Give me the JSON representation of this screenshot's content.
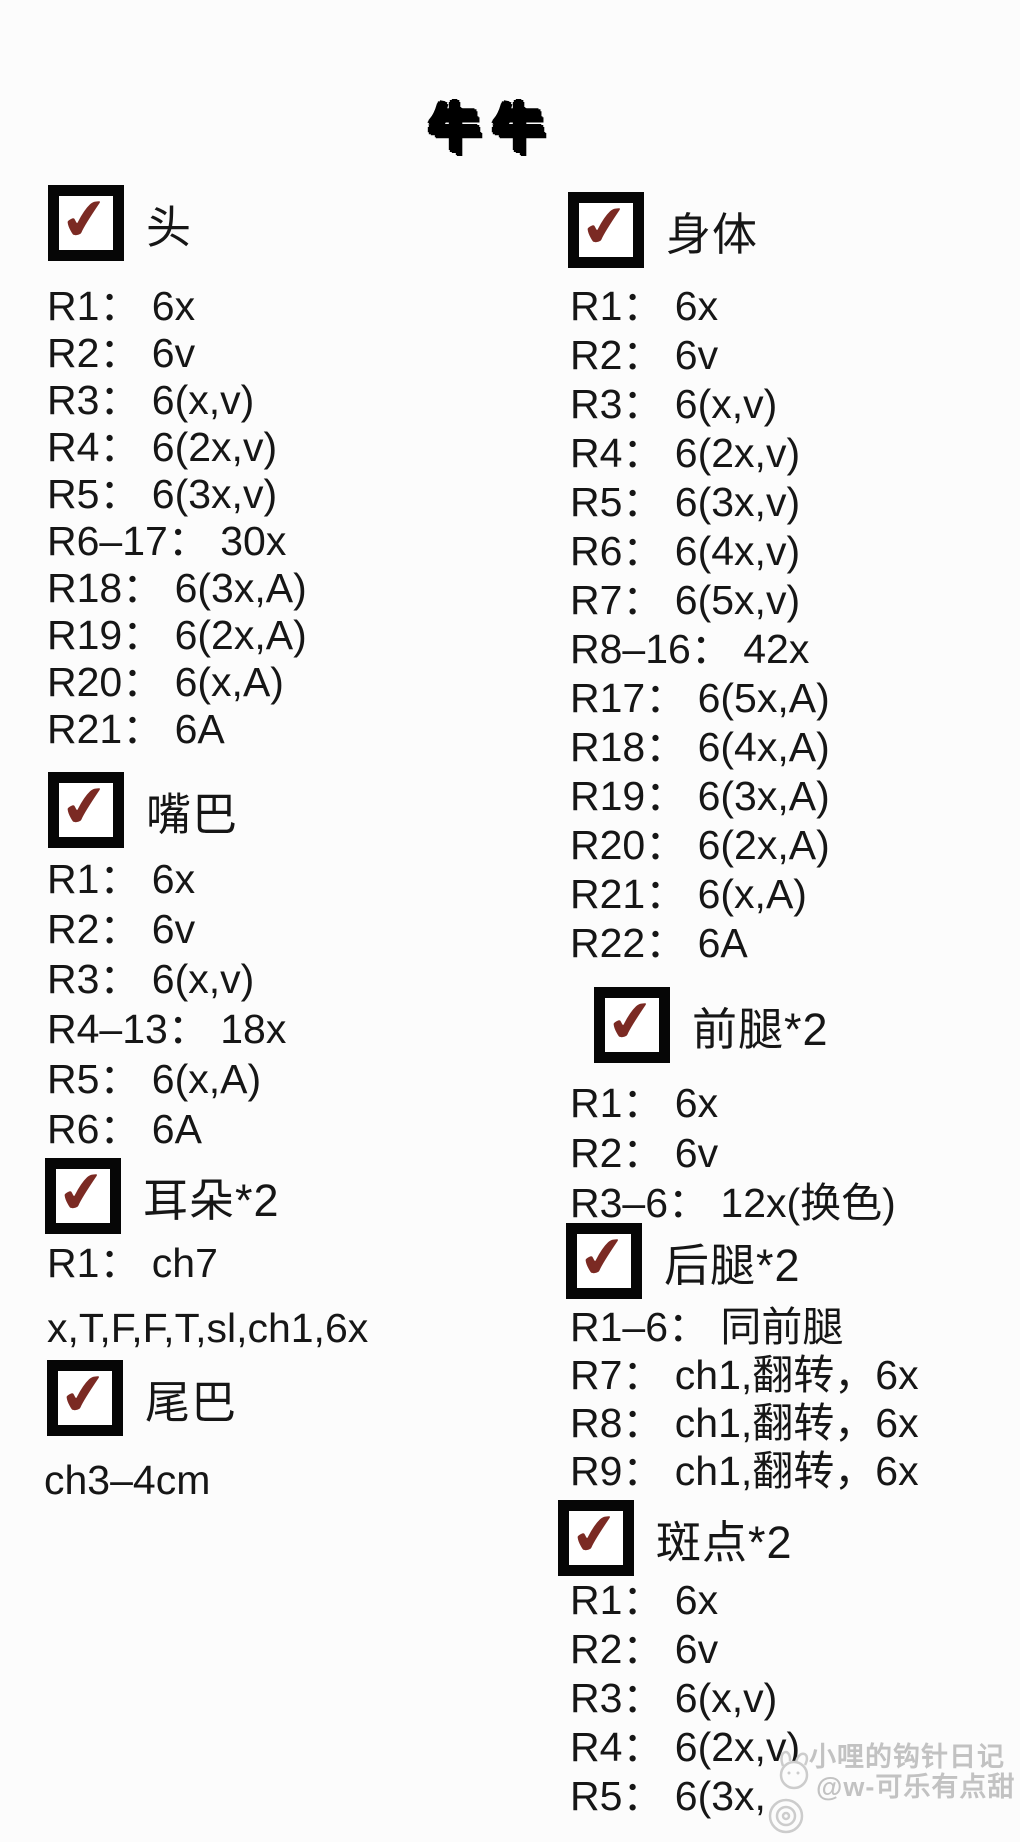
{
  "title": "牛 牛",
  "glyphs": {
    "check": "✔"
  },
  "colors": {
    "checkmark": "#7b2a23",
    "checkbox_border": "#060606",
    "text": "#161616",
    "watermark": "#c2c2c2"
  },
  "columns": {
    "left": {
      "sections": [
        {
          "label": "头",
          "checked": true,
          "rows": [
            "R1： 6x",
            "R2： 6v",
            "R3： 6(x,v)",
            "R4： 6(2x,v)",
            "R5： 6(3x,v)",
            "R6–17： 30x",
            "R18： 6(3x,A)",
            "R19： 6(2x,A)",
            "R20： 6(x,A)",
            "R21： 6A"
          ]
        },
        {
          "label": "嘴巴",
          "checked": true,
          "rows": [
            "R1： 6x",
            "R2： 6v",
            "R3： 6(x,v)",
            "R4–13： 18x",
            "R5： 6(x,A)",
            "R6： 6A"
          ]
        },
        {
          "label": "耳朵*2",
          "checked": true,
          "rows": [
            "R1： ch7",
            "x,T,F,F,T,sl,ch1,6x"
          ]
        },
        {
          "label": "尾巴",
          "checked": true,
          "rows": [
            "ch3–4cm"
          ]
        }
      ]
    },
    "right": {
      "sections": [
        {
          "label": "身体",
          "checked": true,
          "rows": [
            "R1： 6x",
            "R2： 6v",
            "R3： 6(x,v)",
            "R4： 6(2x,v)",
            "R5： 6(3x,v)",
            "R6： 6(4x,v)",
            "R7： 6(5x,v)",
            "R8–16： 42x",
            "R17： 6(5x,A)",
            "R18： 6(4x,A)",
            "R19： 6(3x,A)",
            "R20： 6(2x,A)",
            "R21： 6(x,A)",
            "R22： 6A"
          ]
        },
        {
          "label": "前腿*2",
          "checked": true,
          "rows": [
            "R1： 6x",
            "R2： 6v",
            "R3–6： 12x(换色)"
          ]
        },
        {
          "label": "后腿*2",
          "checked": true,
          "rows": [
            "R1–6： 同前腿",
            "R7： ch1,翻转，6x",
            "R8： ch1,翻转，6x",
            "R9： ch1,翻转，6x"
          ]
        },
        {
          "label": "斑点*2",
          "checked": true,
          "rows": [
            "R1： 6x",
            "R2： 6v",
            "R3： 6(x,v)",
            "R4： 6(2x,v)",
            "R5： 6(3x,"
          ]
        }
      ]
    }
  },
  "watermark": {
    "line1": "小哩的钩针日记",
    "line2": "@w-可乐有点甜"
  }
}
